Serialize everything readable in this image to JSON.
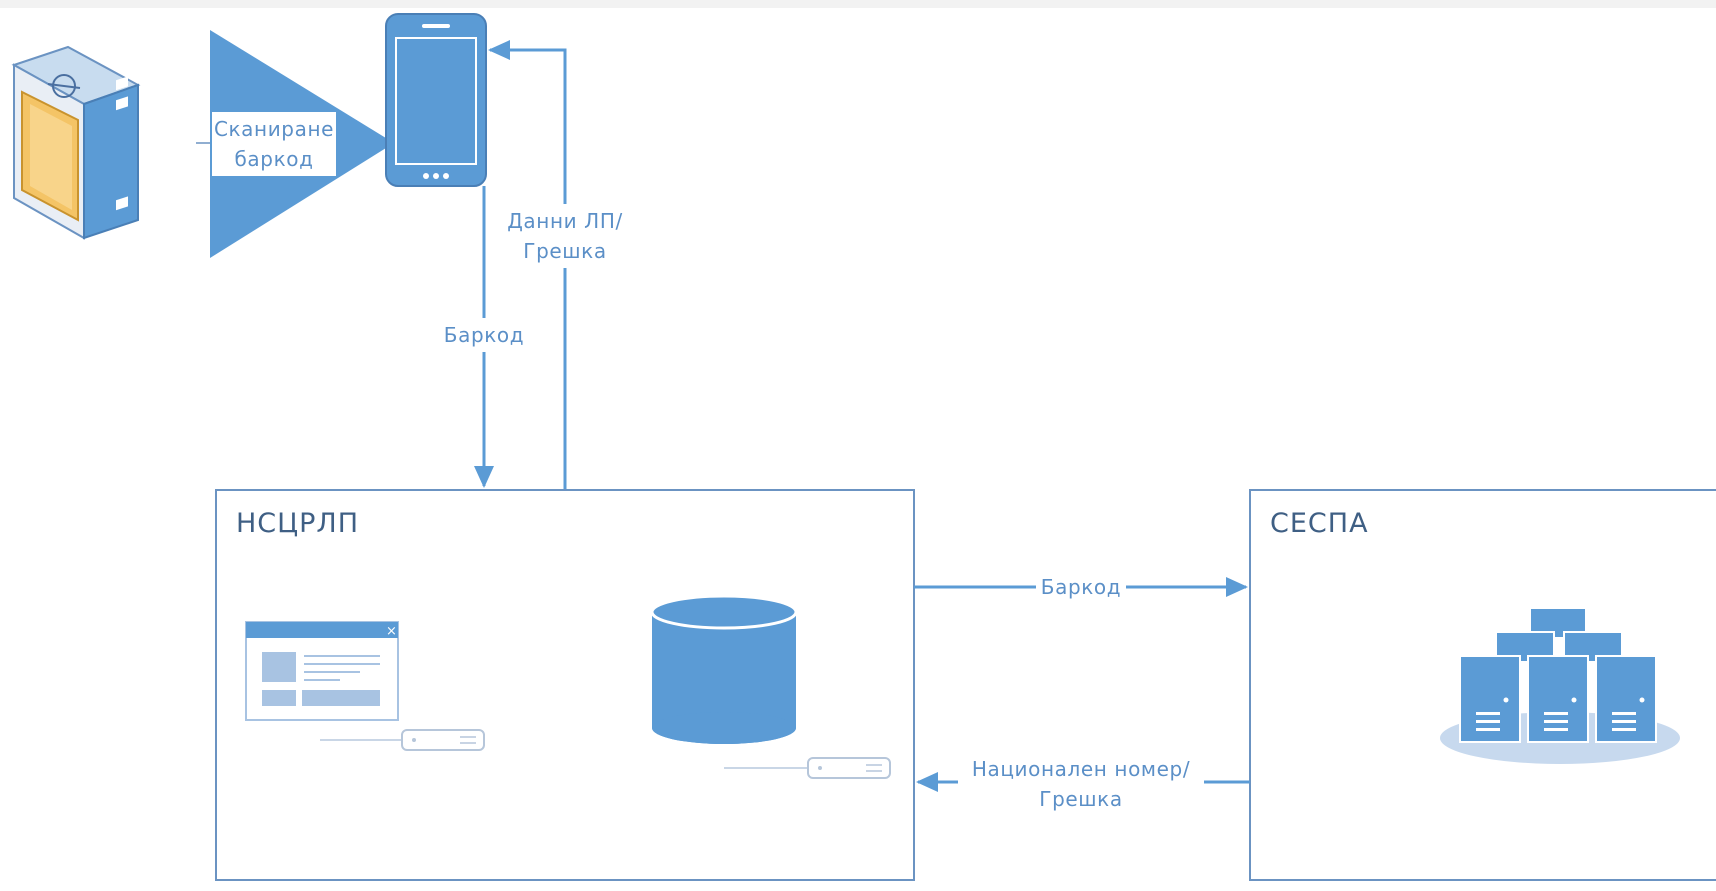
{
  "colors": {
    "accent": "#5b9bd5",
    "frame": "#6b93c2",
    "label": "#5b8fc7",
    "title": "#3f5f84"
  },
  "nodes": {
    "medicine_box": {
      "icon": "medicine-box-icon"
    },
    "scan_shape": {
      "line1": "Сканиране",
      "line2": "баркод"
    },
    "phone": {
      "icon": "smartphone-icon"
    },
    "ncrlp": {
      "title": "НСЦРЛП",
      "icons": [
        "application-window-icon",
        "database-icon",
        "connector-icon"
      ]
    },
    "sespa": {
      "title": "СЕСПА",
      "icons": [
        "server-cluster-icon"
      ]
    }
  },
  "edges": {
    "phone_to_ncrlp": {
      "label": "Баркод"
    },
    "ncrlp_to_phone": {
      "line1": "Данни ЛП/",
      "line2": "Грешка"
    },
    "ncrlp_to_sespa": {
      "label": "Баркод"
    },
    "sespa_to_ncrlp": {
      "line1": "Национален номер/",
      "line2": "Грешка"
    }
  }
}
